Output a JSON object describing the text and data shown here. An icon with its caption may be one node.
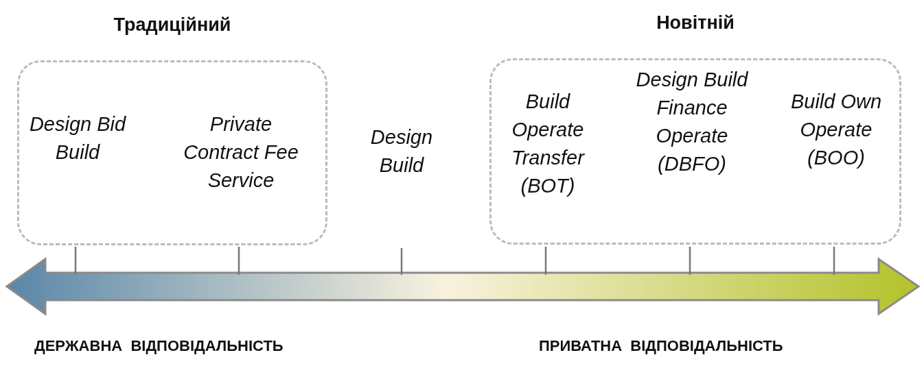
{
  "diagram": {
    "nodes": [
      {
        "text": [
          "Традиційний"
        ]
      },
      {
        "text": [
          "Design Bid Build"
        ],
        "in": 0
      },
      {
        "text": [
          "Private Contract Fee Service"
        ],
        "in": 0
      },
      {
        "text": [
          "Design Build"
        ]
      },
      {
        "text": [
          "Новітній"
        ]
      },
      {
        "text": [
          "Build Operate Transfer (BOT)"
        ],
        "in": 4
      },
      {
        "text": [
          "Design Build Finance Operate (DBFO)"
        ],
        "in": 4
      },
      {
        "text": [
          "Build Own Operate (BOO)"
        ],
        "in": 4
      }
    ],
    "labels": [
      "ДЕРЖАВНА  ВІДПОВІДАЛЬНІСТЬ",
      "ПРИВАТНА  ВІДПОВІДАЛЬНІСТЬ"
    ]
  }
}
